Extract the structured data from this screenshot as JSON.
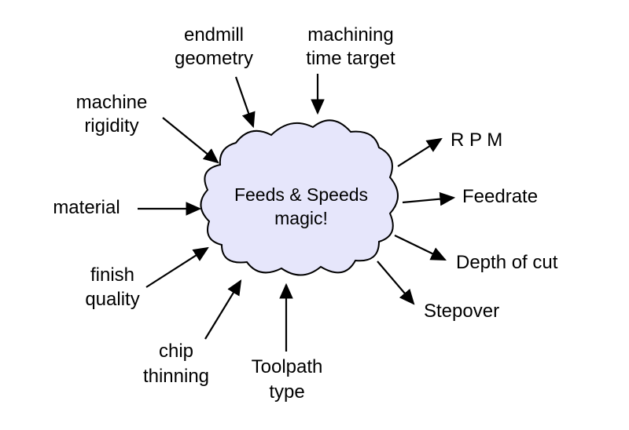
{
  "diagram": {
    "center": {
      "line1": "Feeds & Speeds",
      "line2": "magic!"
    },
    "inputs": {
      "endmill_geometry": [
        "endmill",
        "geometry"
      ],
      "machining_time_target": [
        "machining",
        "time target"
      ],
      "machine_rigidity": [
        "machine",
        "rigidity"
      ],
      "material": "material",
      "finish_quality": [
        "finish",
        "quality"
      ],
      "chip_thinning": [
        "chip",
        "thinning"
      ],
      "toolpath_type": [
        "Toolpath",
        "type"
      ]
    },
    "outputs": {
      "rpm": "R P M",
      "feedrate": "Feedrate",
      "depth_of_cut": "Depth of cut",
      "stepover": "Stepover"
    },
    "colors": {
      "cloud_fill": "#e6e6fb",
      "cloud_stroke": "#000000",
      "arrow": "#000000"
    }
  }
}
